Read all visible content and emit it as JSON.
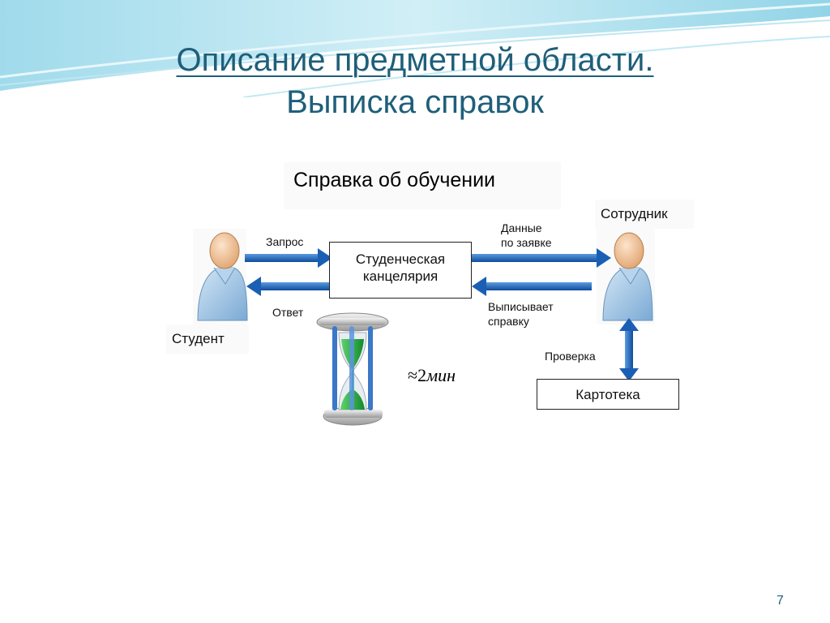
{
  "title": {
    "line1": "Описание предметной области.",
    "line2": "Выписка справок"
  },
  "subtitle": "Справка об обучении",
  "nodes": {
    "student": "Студент",
    "employee": "Сотрудник",
    "office_line1": "Студенческая",
    "office_line2": "канцелярия",
    "card_index": "Картотека"
  },
  "edges": {
    "request": "Запрос",
    "answer": "Ответ",
    "data_line1": "Данные",
    "data_line2": "по заявке",
    "issue_line1": "Выписывает",
    "issue_line2": "справку",
    "check": "Проверка"
  },
  "time": {
    "approx": "≈2",
    "unit": "мин"
  },
  "page_number": "7",
  "colors": {
    "title": "#1f5f79",
    "arrow": "#1a5fb4",
    "person_body": "#9cc4e4",
    "person_head": "#f2c29a",
    "hourglass_sand": "#22a33a"
  }
}
